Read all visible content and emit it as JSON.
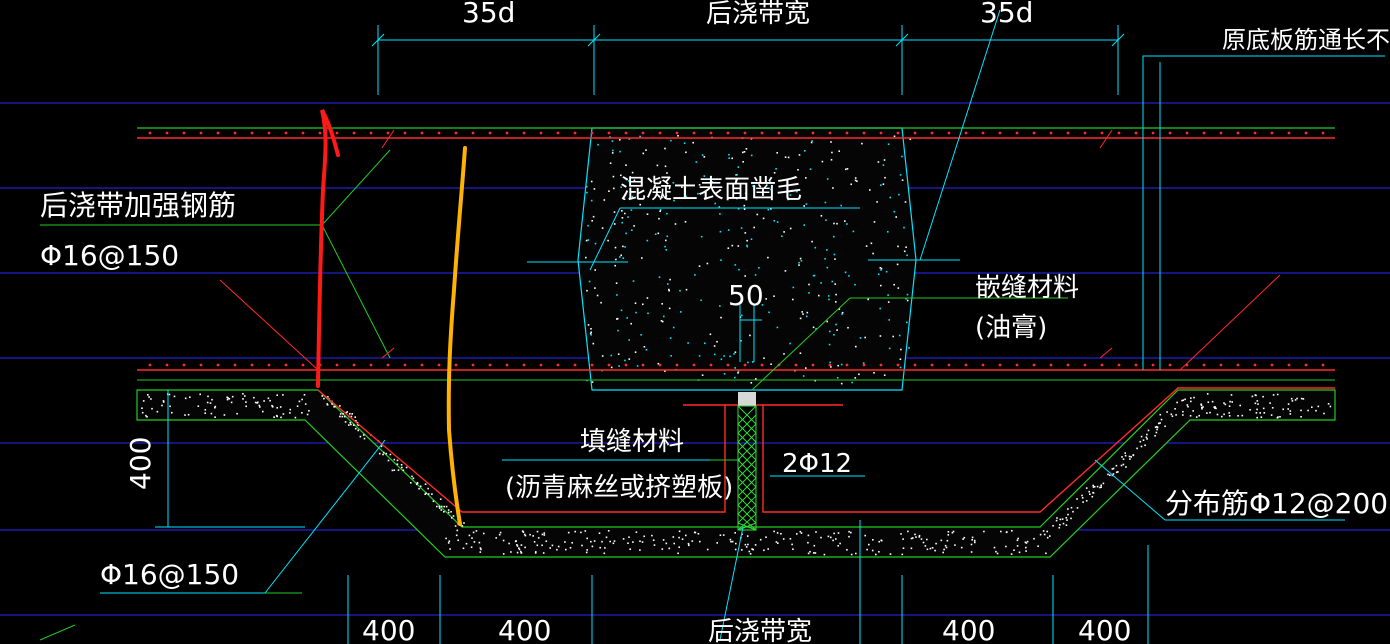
{
  "colors": {
    "background": "#000000",
    "cyan": "#00e5ff",
    "red": "#ff2a2a",
    "green": "#22cc22",
    "blue": "#2a2aff",
    "white": "#ffffff",
    "markup_red": "#ff1a1a",
    "markup_yellow": "#ffb300",
    "infill_hatch": "#33dd33"
  },
  "dims": {
    "top_left": "35d",
    "top_mid": "后浇带宽",
    "top_right": "35d",
    "bottom_1": "400",
    "bottom_2": "400",
    "bottom_mid": "后浇带宽",
    "bottom_3": "400",
    "bottom_4": "400",
    "depth": "400",
    "gap_50": "50"
  },
  "labels": {
    "orig_bottom_rebar": "原底板筋通长不断",
    "reinforce_rebar_title": "后浇带加强钢筋",
    "reinforce_rebar_spec": "Φ16@150",
    "concrete_roughen": "混凝土表面凿毛",
    "caulk_title": "嵌缝材料",
    "caulk_sub": "(油膏)",
    "filler_title": "填缝材料",
    "filler_sub": "(沥青麻丝或挤塑板)",
    "bars_2": "2Φ12",
    "dist_rebar": "分布筋Φ12@200",
    "bottom_rebar_spec": "Φ16@150"
  }
}
